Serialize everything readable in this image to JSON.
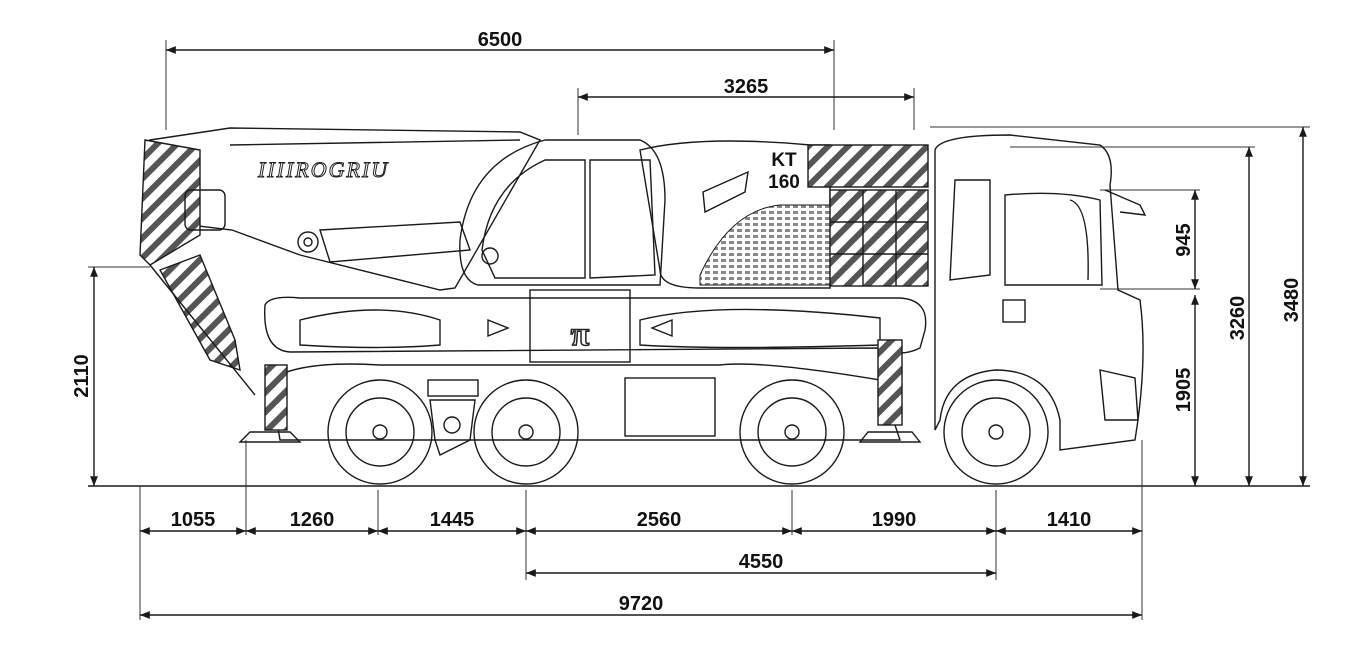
{
  "dimensions": {
    "top_6500": "6500",
    "top_3265": "3265",
    "right_945": "945",
    "right_1905": "1905",
    "right_3260": "3260",
    "right_3480": "3480",
    "left_2110": "2110",
    "bottom_1055": "1055",
    "bottom_1260": "1260",
    "bottom_1445": "1445",
    "bottom_2560": "2560",
    "bottom_1990": "1990",
    "bottom_1410": "1410",
    "bottom_4550": "4550",
    "bottom_9720": "9720"
  },
  "labels": {
    "model_line1": "KT",
    "model_line2": "160",
    "brand": "IIIIROGRIU"
  },
  "colors": {
    "line": "#1a1a1a",
    "background": "#ffffff"
  }
}
